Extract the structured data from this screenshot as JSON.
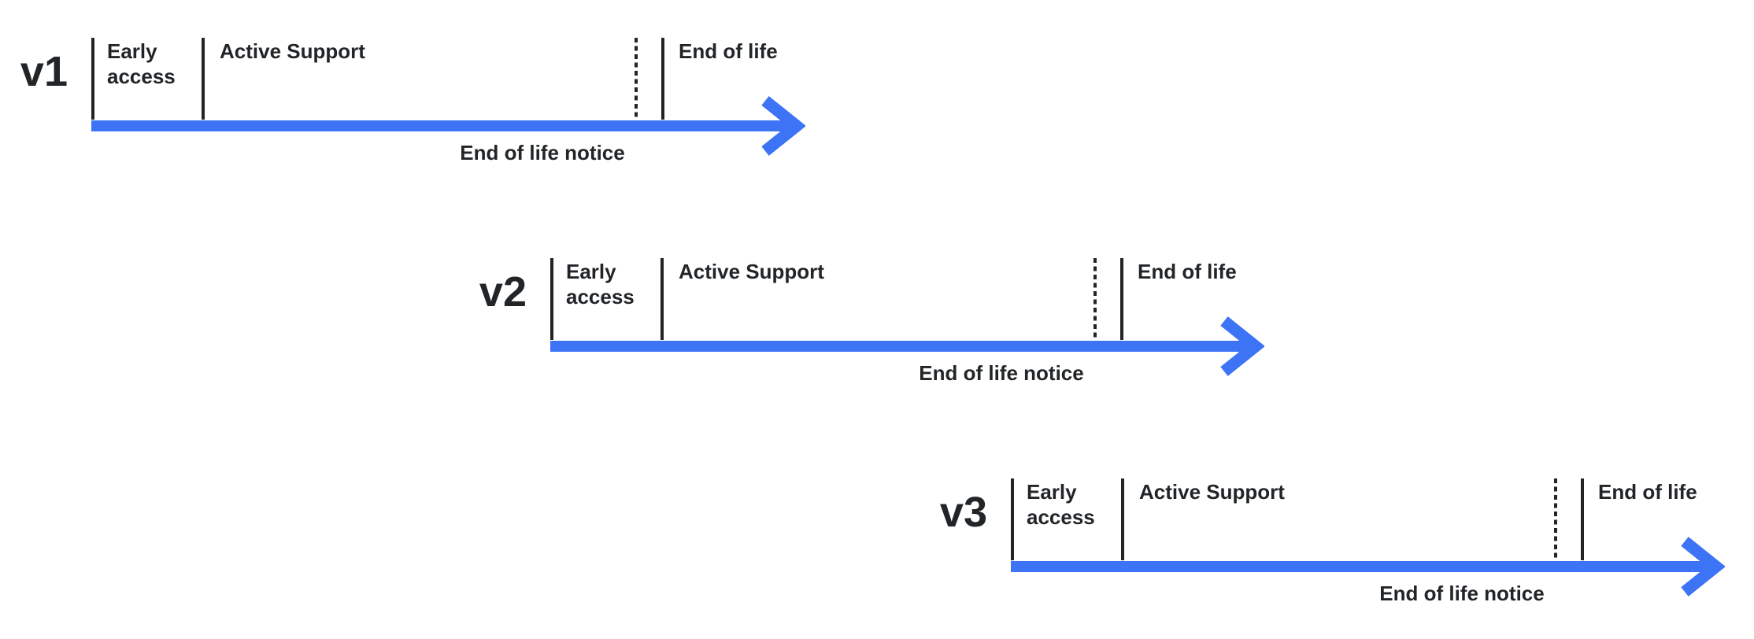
{
  "colors": {
    "accent": "#3D73F5",
    "ink": "#222528",
    "background": "#FFFFFF"
  },
  "timelines": [
    {
      "version": "v1",
      "early_access_label": "Early access",
      "active_support_label": "Active Support",
      "end_of_life_label": "End of life",
      "end_of_life_notice_label": "End of life notice"
    },
    {
      "version": "v2",
      "early_access_label": "Early access",
      "active_support_label": "Active Support",
      "end_of_life_label": "End of life",
      "end_of_life_notice_label": "End of life notice"
    },
    {
      "version": "v3",
      "early_access_label": "Early access",
      "active_support_label": "Active Support",
      "end_of_life_label": "End of life",
      "end_of_life_notice_label": "End of life notice"
    }
  ]
}
